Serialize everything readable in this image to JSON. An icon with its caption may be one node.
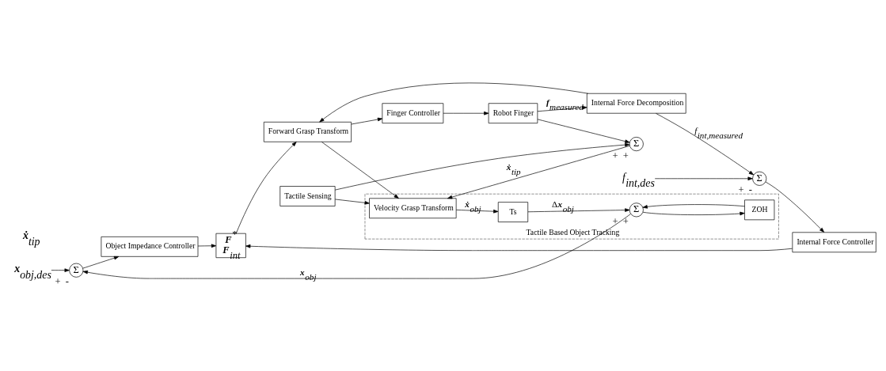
{
  "diagram": {
    "nodes": [
      {
        "text": [
          "Tactile Based Object Tracking"
        ]
      },
      {
        "text": [
          "Σ"
        ],
        "in": 0,
        "beside": [
          "+",
          "+"
        ]
      },
      {
        "text": [
          "Ts"
        ],
        "in": 0
      },
      {
        "text": [
          "Velocity Grasp Transform"
        ],
        "in": 0
      },
      {
        "text": [
          "ZOH"
        ],
        "in": 0
      },
      {
        "text": [
          "**x**$_{obj,des}$"
        ]
      },
      {
        "text": [
          "Σ"
        ],
        "beside": [
          "+",
          "-"
        ]
      },
      {
        "text": [
          "Object Impedance Controller"
        ]
      },
      {
        "text": [
          "*f*$_{int,des}$"
        ]
      },
      {
        "text": [
          "Σ"
        ],
        "beside": [
          "+",
          "-"
        ]
      },
      {
        "text": [
          "Internal Force Controller"
        ]
      },
      {
        "text": [
          "**F**$^{*}$",
          "**F**$_{int}$"
        ]
      },
      {
        "text": [
          "Forward Grasp Transform"
        ]
      },
      {
        "text": [
          "Finger Controller"
        ]
      },
      {
        "text": [
          "Robot Finger"
        ]
      },
      {
        "text": [
          "Tactile Sensing"
        ]
      },
      {
        "text": [
          "Σ"
        ],
        "beside": [
          "+",
          "+"
        ]
      },
      {
        "text": [
          "Internal Force Decomposition"
        ]
      }
    ],
    "edges": [
      {
        "from": 1,
        "to": 6,
        "arrow": "to",
        "label": "**x**$_{obj}$"
      },
      {
        "from": 1,
        "to": 4,
        "arrow": "to"
      },
      {
        "from": 4,
        "to": 1,
        "arrow": "to"
      },
      {
        "from": 2,
        "to": 1,
        "arrow": "to",
        "label": "Δ**x**$_{obj}$"
      },
      {
        "from": 3,
        "to": 2,
        "arrow": "to",
        "label": "**ẋ**$_{obj}$"
      },
      {
        "from": 16,
        "to": 3,
        "arrow": "to",
        "label": "**ẋ**$_{tip}$"
      },
      {
        "from": 5,
        "to": 6,
        "arrow": "to"
      },
      {
        "from": 6,
        "to": 7,
        "arrow": "to"
      },
      {
        "from": 7,
        "to": 11,
        "arrow": "to"
      },
      {
        "from": 8,
        "to": 9,
        "arrow": "to"
      },
      {
        "from": 9,
        "to": 10,
        "arrow": "to"
      },
      {
        "from": 10,
        "to": 11,
        "arrow": "to"
      },
      {
        "from": 11,
        "to": 12,
        "arrow": "to"
      },
      {
        "from": 12,
        "to": 3,
        "arrow": "to"
      },
      {
        "from": 15,
        "to": 3,
        "arrow": "to"
      },
      {
        "from": 15,
        "to": 16,
        "arrow": "to"
      },
      {
        "from": 12,
        "to": 13,
        "arrow": "to"
      },
      {
        "from": 13,
        "to": 14,
        "arrow": "to"
      },
      {
        "from": 14,
        "to": 16,
        "arrow": "to"
      },
      {
        "from": 14,
        "to": 17,
        "arrow": "to",
        "label": "**f**$_{measured}$"
      },
      {
        "from": 17,
        "to": 12,
        "arrow": "to"
      },
      {
        "from": 17,
        "to": 9,
        "arrow": "to",
        "label": "*f*$_{int,measured}$"
      }
    ],
    "labels": [
      "**ẋ**$_{tip}$"
    ]
  }
}
